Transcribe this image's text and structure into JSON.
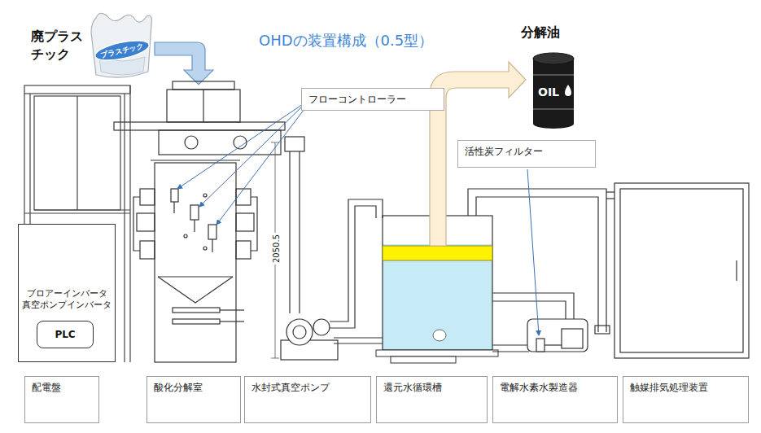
{
  "diagram": {
    "title": "OHDの装置構成（0.5型）",
    "nodes": [
      {
        "text": [
          "フローコントローラー"
        ]
      },
      {
        "text": [
          "活性炭フィルター"
        ]
      },
      {
        "text": [
          "ブロアーインバータ 真空ポンプインバータ"
        ]
      },
      {
        "text": [
          "PLC"
        ],
        "in": 2
      },
      {
        "text": [
          "配電盤"
        ]
      },
      {
        "text": [
          "酸化分解室"
        ]
      },
      {
        "text": [
          "水封式真空ポンプ"
        ]
      },
      {
        "text": [
          "還元水循環槽"
        ]
      },
      {
        "text": [
          "電解水素水製造器"
        ]
      },
      {
        "text": [
          "触媒排気処理装置"
        ]
      }
    ],
    "labels": [
      "廃プラス チック",
      "プラスチック",
      "分解油",
      "OIL",
      "2050.5"
    ]
  }
}
